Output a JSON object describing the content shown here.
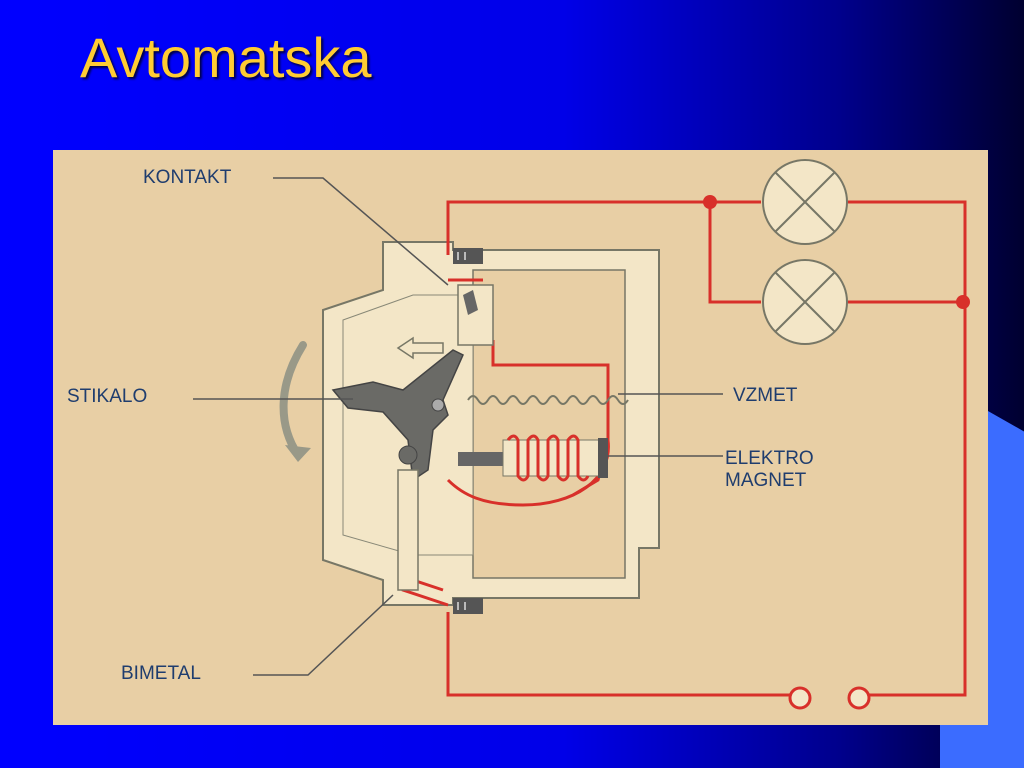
{
  "slide": {
    "title": "Avtomatska"
  },
  "diagram": {
    "labels": {
      "kontakt": "KONTAKT",
      "stikalo": "STIKALO",
      "vzmet": "VZMET",
      "elektromagnet_line1": "ELEKTRO",
      "elektromagnet_line2": "MAGNET",
      "bimetal": "BIMETAL"
    },
    "colors": {
      "background": "#e8cfa5",
      "wire": "#d8302a",
      "housing": "#f3e6c7",
      "outline": "#777766",
      "label": "#1f3d6e"
    }
  }
}
